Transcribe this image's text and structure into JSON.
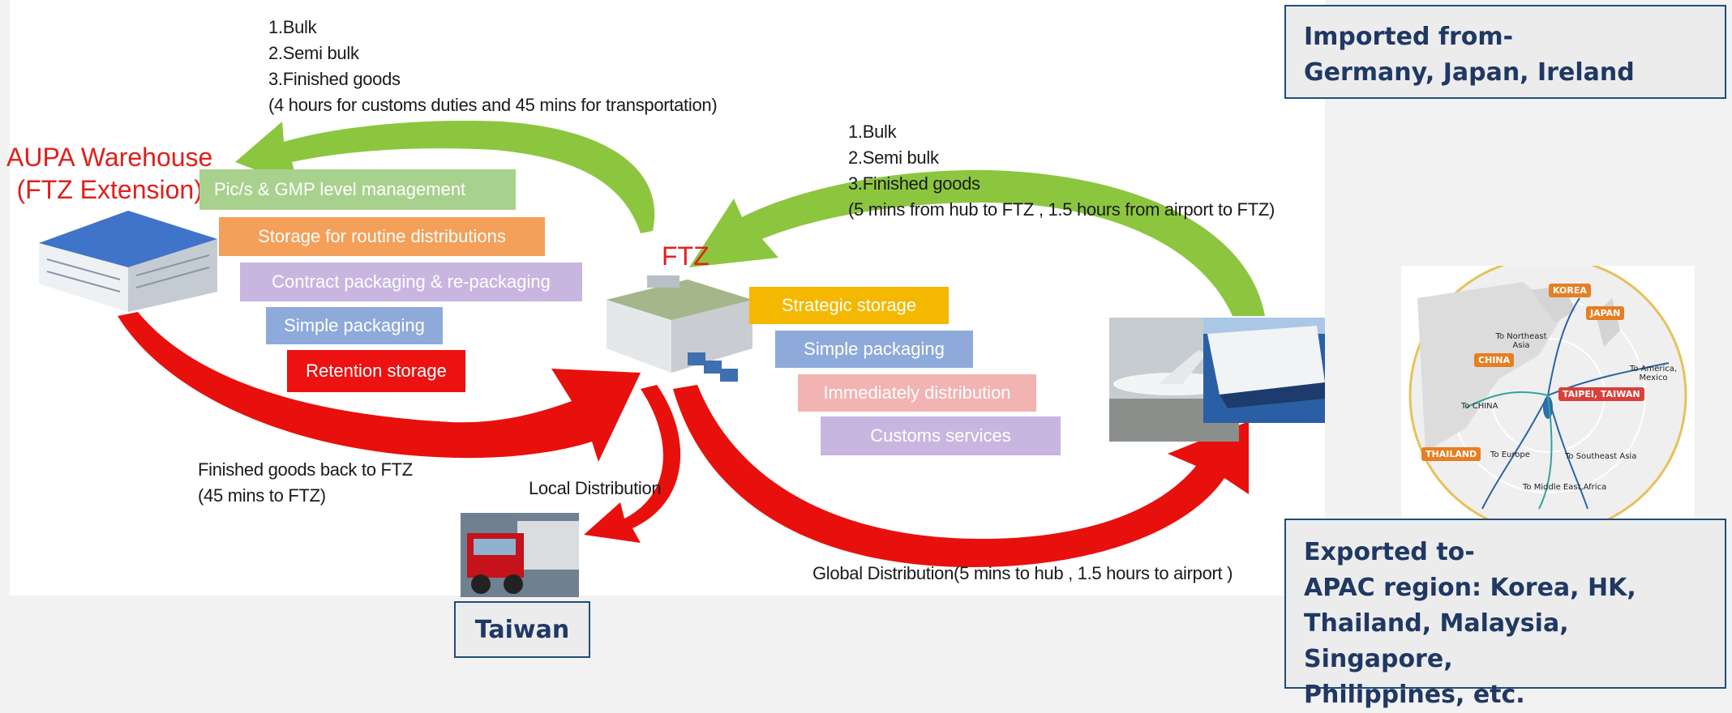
{
  "import_box": {
    "line1": "Imported from-",
    "line2": "Germany, Japan, Ireland"
  },
  "export_box": {
    "line1": "Exported to-",
    "line2": "APAC region: Korea, HK,",
    "line3": "Thailand, Malaysia, Singapore,",
    "line4": "Philippines, etc."
  },
  "taiwan_box": {
    "label": "Taiwan"
  },
  "warehouse": {
    "title_line1": "AUPA Warehouse",
    "title_line2": "(FTZ Extension)",
    "services": [
      {
        "label": "Pic/s & GMP level  management",
        "color": "#a9d18e"
      },
      {
        "label": "Storage for  routine distributions",
        "color": "#f4a05a"
      },
      {
        "label": "Contract packaging & re-packaging",
        "color": "#c9b6e0"
      },
      {
        "label": "Simple packaging",
        "color": "#8eaadb"
      },
      {
        "label": "Retention storage",
        "color": "#ee1111"
      }
    ]
  },
  "ftz": {
    "title": "FTZ",
    "services": [
      {
        "label": "Strategic storage",
        "color": "#f5b800"
      },
      {
        "label": "Simple packaging",
        "color": "#8eaadb"
      },
      {
        "label": "Immediately distribution",
        "color": "#f2b3b3"
      },
      {
        "label": "Customs services",
        "color": "#c9b6e0"
      }
    ]
  },
  "notes": {
    "to_warehouse": [
      "1.Bulk",
      "2.Semi bulk",
      "3.Finished goods",
      "(4 hours for customs duties and 45 mins for transportation)"
    ],
    "to_ftz": [
      "1.Bulk",
      "2.Semi bulk",
      "3.Finished goods",
      "(5 mins from hub  to FTZ ,  1.5 hours from airport  to FTZ)"
    ],
    "back_to_ftz": [
      "Finished goods back to FTZ",
      "(45 mins to FTZ)"
    ],
    "local": "Local Distribution",
    "global": "Global Distribution(5 mins to  hub ,  1.5 hours to airport )"
  },
  "map": {
    "pins": {
      "korea": "KOREA",
      "japan": "JAPAN",
      "china": "CHINA",
      "thailand": "THAILAND",
      "taipei": "TAIPEI, TAIWAN"
    },
    "labels": {
      "northeast_asia": "To Northeast Asia",
      "america": "To America, Mexico",
      "to_china": "To CHINA",
      "europe": "To Europe",
      "southeast_asia": "To Southeast Asia",
      "middle_east": "To Middle East,Africa"
    }
  },
  "colors": {
    "green_arrow": "#8cc63f",
    "red_arrow": "#e8100c",
    "box_border": "#1f4e79",
    "box_text": "#1f3864",
    "title_red": "#e0201b"
  }
}
